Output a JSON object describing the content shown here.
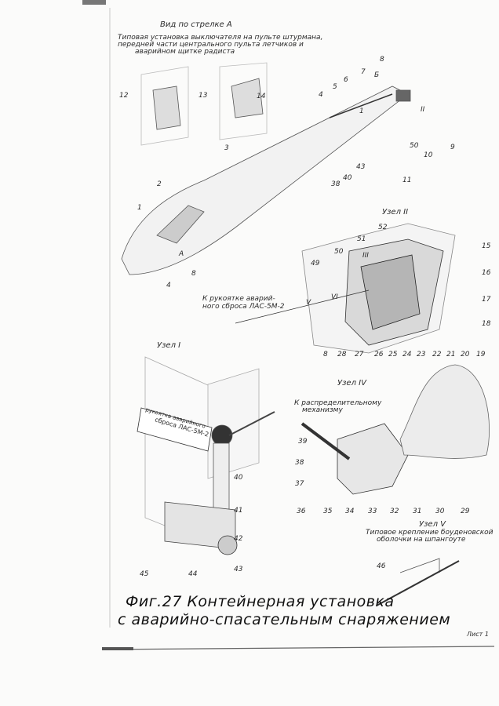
{
  "header": {
    "view_title": "Вид по стрелке А",
    "view_note_lines": [
      "Типовая установка выключателя на пульте штурмана,",
      "передней части центрального пульта летчиков и",
      "аварийном щитке радиста"
    ]
  },
  "top_view": {
    "callouts": [
      "12",
      "13",
      "14",
      "8",
      "7",
      "Б",
      "6",
      "5",
      "4",
      "1",
      "II",
      "3",
      "50",
      "10",
      "9",
      "11",
      "43",
      "40",
      "38",
      "2",
      "1",
      "A",
      "8",
      "4"
    ]
  },
  "node_2": {
    "title": "Узел II",
    "note_lines": [
      "К рукоятке аварий-",
      "ного сброса ЛАС-5М-2"
    ],
    "callouts": [
      "52",
      "51",
      "50",
      "49",
      "III",
      "V",
      "VI",
      "15",
      "16",
      "17",
      "18",
      "19",
      "20",
      "21",
      "22",
      "23",
      "24",
      "25",
      "26",
      "27",
      "28",
      "8"
    ]
  },
  "node_1": {
    "title": "Узел I",
    "placard_lines": [
      "рукоятка аварийного",
      "сброса ЛАС-5М-2"
    ],
    "callouts": [
      "40",
      "41",
      "42",
      "43",
      "44",
      "45"
    ]
  },
  "node_4": {
    "title": "Узел IV",
    "note_lines": [
      "К распределительному",
      "механизму"
    ],
    "callouts": [
      "39",
      "38",
      "37",
      "36",
      "35",
      "34",
      "33",
      "32",
      "31",
      "30",
      "29"
    ]
  },
  "node_5": {
    "title": "Узел V",
    "note_lines": [
      "Типовое крепление боуденовской",
      "оболочки на шпангоуте"
    ],
    "callouts": [
      "46"
    ]
  },
  "caption": {
    "line1": "Фиг.27 Контейнерная   установка",
    "line2": "с аварийно-спасательным  снаряжением"
  },
  "sheet": "Лист 1"
}
